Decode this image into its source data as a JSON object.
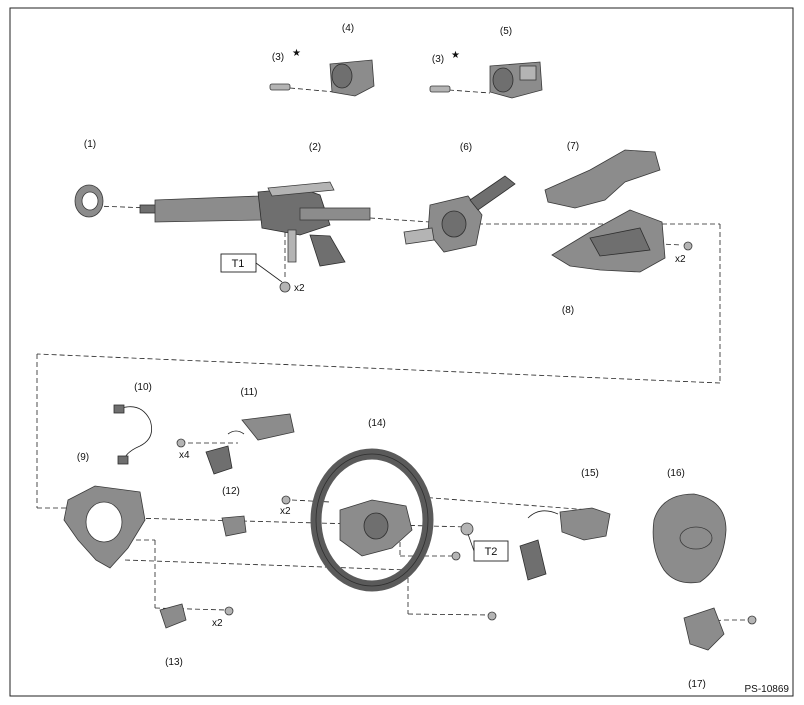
{
  "callouts": {
    "p1": "(1)",
    "p2": "(2)",
    "p3a": "(3)",
    "p3b": "(3)",
    "p4": "(4)",
    "p5": "(5)",
    "p6": "(6)",
    "p7": "(7)",
    "p8": "(8)",
    "p9": "(9)",
    "p10": "(10)",
    "p11": "(11)",
    "p12": "(12)",
    "p13": "(13)",
    "p14": "(14)",
    "p15": "(15)",
    "p16": "(16)",
    "p17": "(17)"
  },
  "stars": {
    "s1": "★",
    "s2": "★"
  },
  "quantities": {
    "q_t1": "x2",
    "q_p8": "x2",
    "q_p11": "x4",
    "q_p14": "x2",
    "q_p13": "x2"
  },
  "torque": {
    "t1": "T1",
    "t2": "T2"
  },
  "reference_code": "PS-10869"
}
